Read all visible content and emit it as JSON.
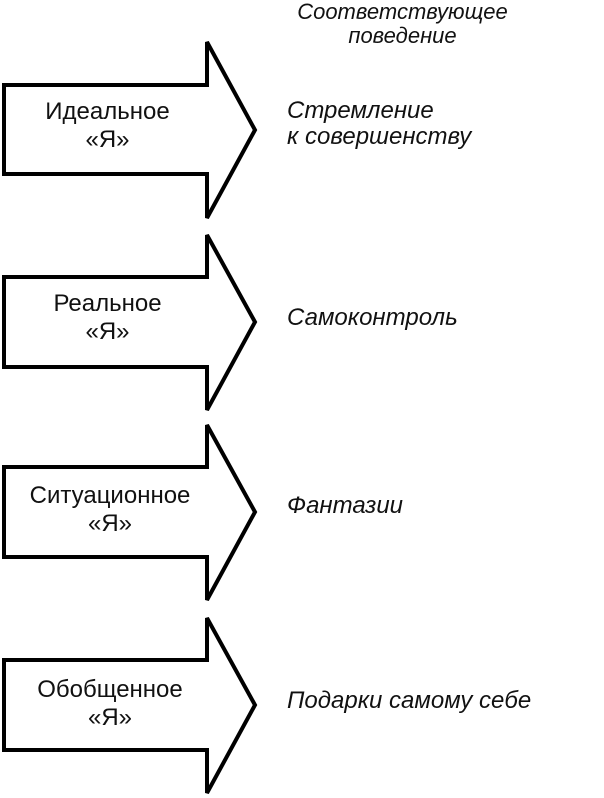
{
  "diagram": {
    "top_note": {
      "line1": "Соответствующее",
      "line2": "поведение"
    },
    "rows": [
      {
        "label_line1": "Идеальное",
        "label_line2": "«Я»",
        "description_line1": "Стремление",
        "description_line2": "к совершенству"
      },
      {
        "label_line1": "Реальное",
        "label_line2": "«Я»",
        "description_line1": "Самоконтроль",
        "description_line2": ""
      },
      {
        "label_line1": "Ситуационное",
        "label_line2": "«Я»",
        "description_line1": "Фантазии",
        "description_line2": ""
      },
      {
        "label_line1": "Обобщенное",
        "label_line2": "«Я»",
        "description_line1": "Подарки самому себе",
        "description_line2": ""
      }
    ]
  }
}
